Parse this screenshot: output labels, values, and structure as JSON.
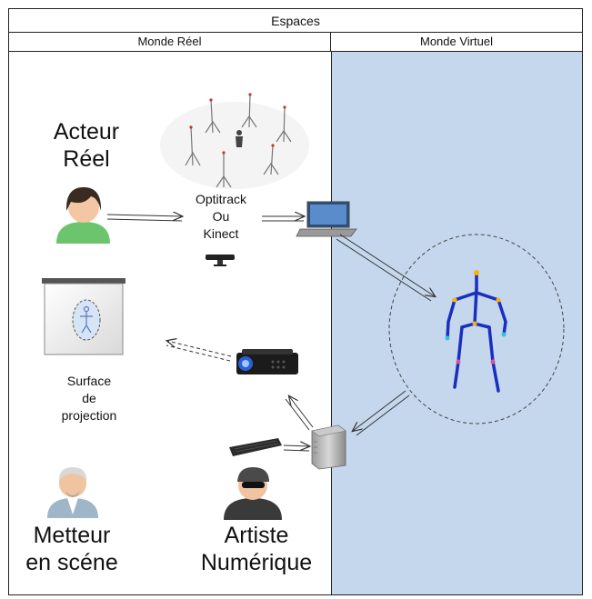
{
  "title": "Espaces",
  "columns": {
    "real": "Monde Réel",
    "virtual": "Monde Virtuel"
  },
  "labels": {
    "actor_line1": "Acteur",
    "actor_line2": "Réel",
    "tracker_line1": "Optitrack",
    "tracker_line2": "Ou",
    "tracker_line3": "Kinect",
    "surface_line1": "Surface",
    "surface_line2": "de",
    "surface_line3": "projection",
    "director_line1": "Metteur",
    "director_line2": "en scéne",
    "artist_line1": "Artiste",
    "artist_line2": "Numérique"
  },
  "colors": {
    "virtual_bg": "#c5d7ec",
    "skeleton": "#1a2fbf",
    "arrow": "#333333"
  },
  "icons": [
    "camera-rig-icon",
    "actor-avatar-icon",
    "kinect-icon",
    "laptop-icon",
    "skeleton-icon",
    "projection-screen-icon",
    "projector-icon",
    "keyboard-icon",
    "server-icon",
    "director-avatar-icon",
    "artist-avatar-icon"
  ]
}
